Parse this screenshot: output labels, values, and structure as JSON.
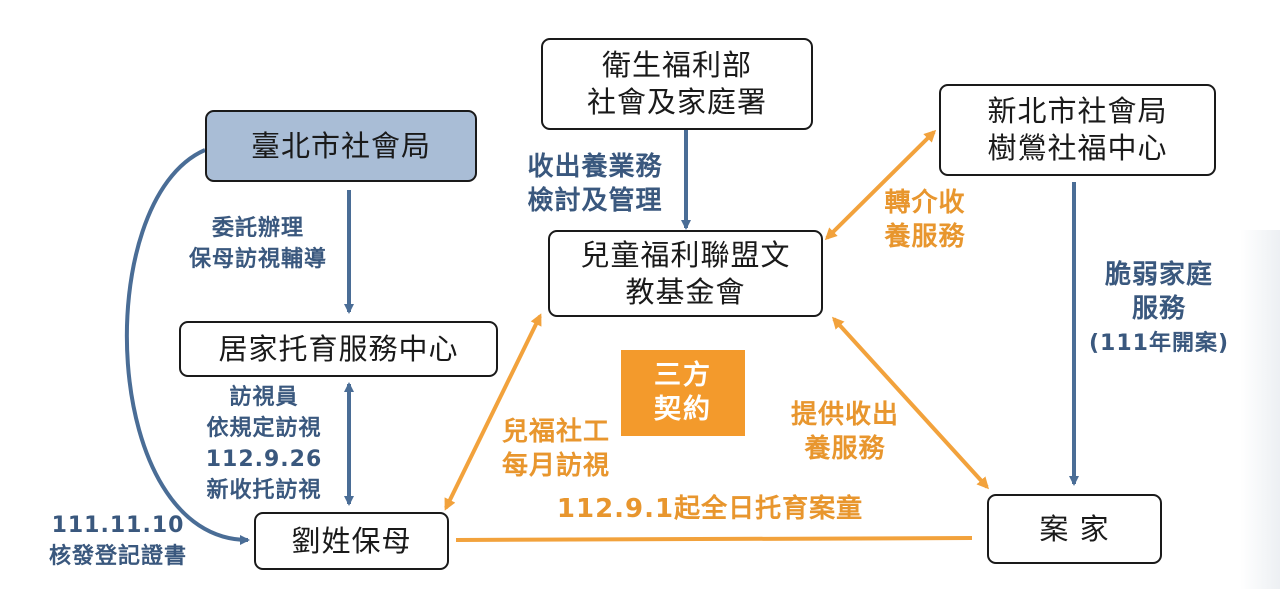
{
  "nodes": {
    "mohw": "衛生福利部\n社會及家庭署",
    "taipei": "臺北市社會局",
    "newtaipei": "新北市社會局\n樹鶯社福中心",
    "alliance": "兒童福利聯盟文\n教基金會",
    "center": "居家托育服務中心",
    "nanny": "劉姓保母",
    "family": "案  家"
  },
  "labels": {
    "adoption_review": "收出養業務\n檢討及管理",
    "commission": "委託辦理\n保母訪視輔導",
    "referral": "轉介收\n養服務",
    "vulnerable_a": "脆弱家庭\n服務",
    "vulnerable_b": "(111年開案)",
    "visitor": "訪視員\n依規定訪視\n112.9.26\n新收托訪視",
    "monthly": "兒福社工\n每月訪視",
    "provide": "提供收出\n養服務",
    "fullday": "112.9.1起全日托育案童",
    "certificate": "111.11.10\n核發登記證書",
    "contract": "三方\n契約"
  },
  "colors": {
    "blue": "#4a6d96",
    "orange": "#f2a23c",
    "box_blue": "#a9bdd6",
    "contract": "#f39a2c"
  }
}
